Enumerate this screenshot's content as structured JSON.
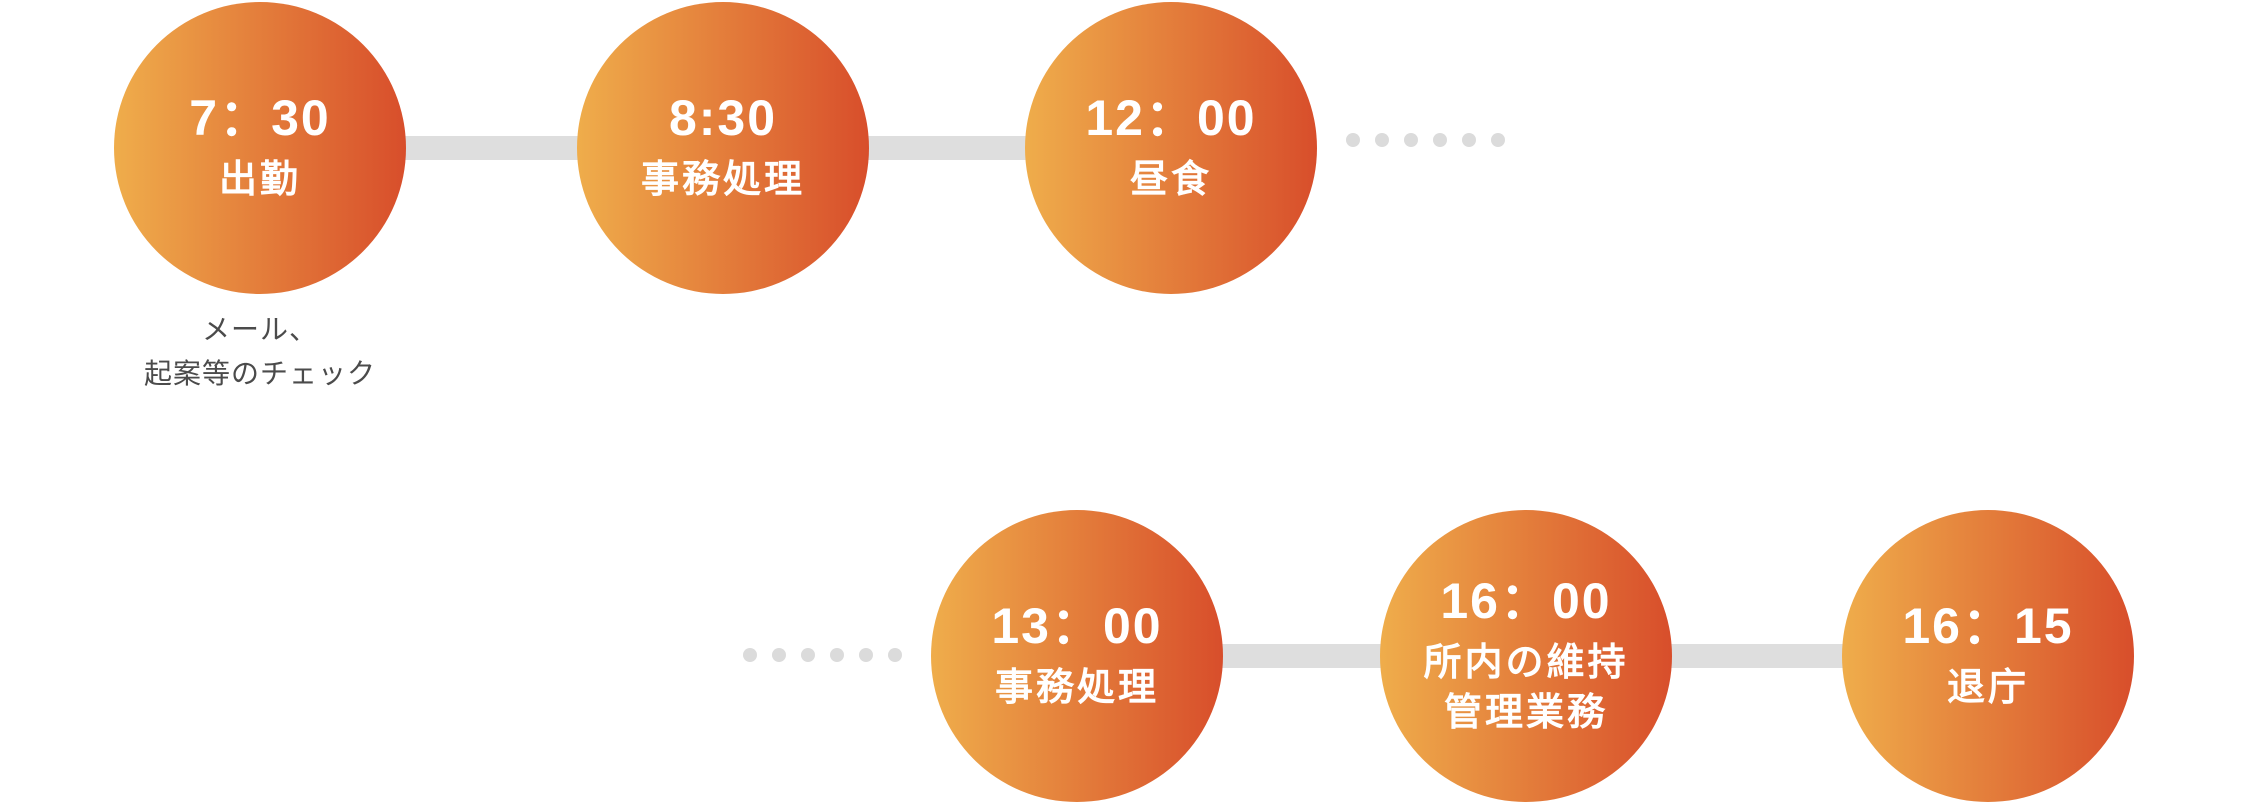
{
  "palette": {
    "background": "#FFFFFF",
    "circle_gradient_left": "#EFAD4B",
    "circle_gradient_right": "#D84E2B",
    "circle_text": "#FFFFFF",
    "connector": "#DEDEDE",
    "dot": "#DBDBDB",
    "caption_text": "#4B4B4B"
  },
  "timeline": {
    "rows": [
      {
        "name": "morning",
        "nodes": [
          {
            "time": "7：30",
            "label": "出勤",
            "caption": "メール、\n起案等のチェック"
          },
          {
            "time": "8:30",
            "label": "事務処理"
          },
          {
            "time": "12：00",
            "label": "昼食"
          }
        ],
        "trailing_dots": 6
      },
      {
        "name": "afternoon",
        "leading_dots": 6,
        "nodes": [
          {
            "time": "13：00",
            "label": "事務処理"
          },
          {
            "time": "16：00",
            "label": "所内の維持\n管理業務"
          },
          {
            "time": "16：15",
            "label": "退庁"
          }
        ]
      }
    ]
  }
}
